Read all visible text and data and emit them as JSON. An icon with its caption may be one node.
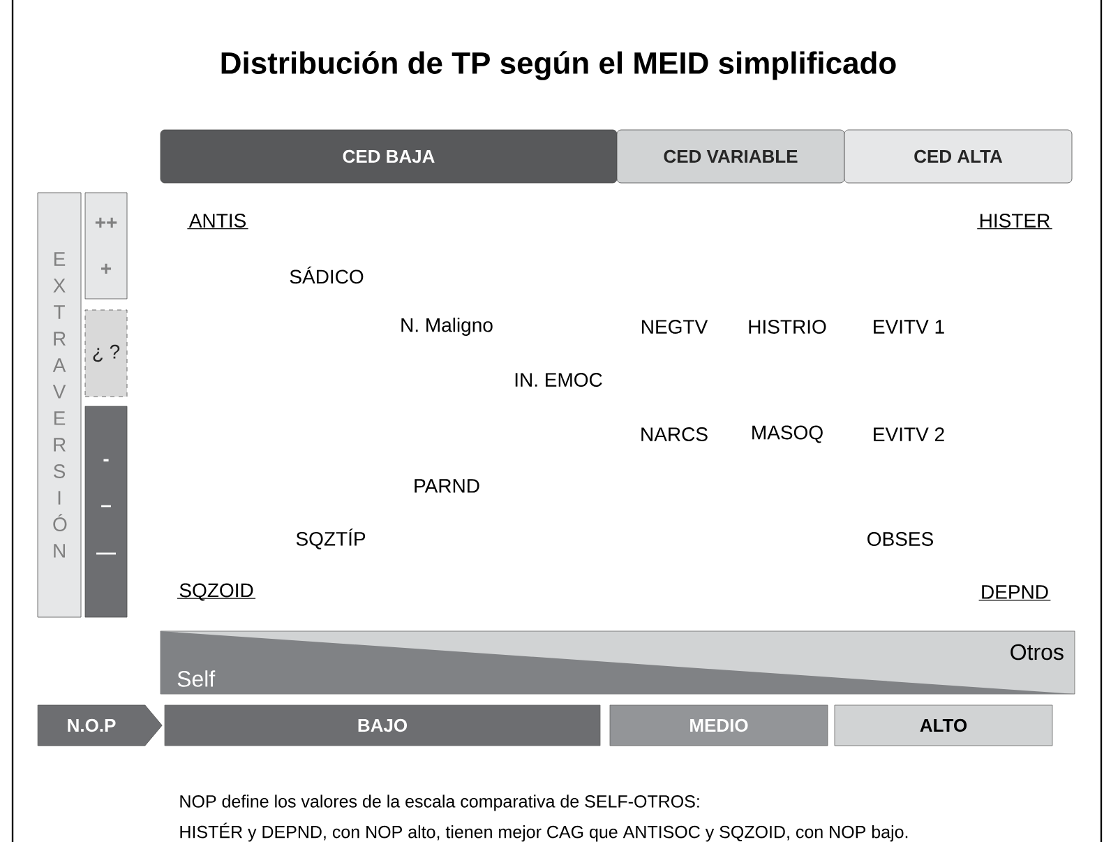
{
  "diagram": {
    "title": "Distribución de TP según el MEID simplificado",
    "nodes": [
      {
        "text": [
          "CED BAJA"
        ]
      },
      {
        "text": [
          "CED VARIABLE"
        ]
      },
      {
        "text": [
          "CED ALTA"
        ]
      },
      {
        "text": [
          "E X T R A V E R S I Ó N"
        ]
      },
      {
        "text": [
          "++",
          "+"
        ]
      },
      {
        "text": [
          "¿ ?"
        ]
      },
      {
        "text": [
          "-",
          "–",
          "—"
        ]
      },
      {
        "text": [
          "Self",
          "Otros"
        ]
      },
      {
        "text": [
          "N.O.P"
        ]
      },
      {
        "text": [
          "BAJO"
        ]
      },
      {
        "text": [
          "MEDIO"
        ]
      },
      {
        "text": [
          "ALTO"
        ]
      }
    ],
    "edges": [],
    "labels": [
      "ANTIS",
      "HISTER",
      "SÁDICO",
      "N. Maligno",
      "NEGTV",
      "HISTRIO",
      "EVITV 1",
      "IN. EMOC",
      "NARCS",
      "MASOQ",
      "EVITV 2",
      "PARND",
      "SQZTÍP",
      "OBSES",
      "SQZOID",
      "DEPND",
      "NOP define los valores de la escala comparativa de SELF-OTROS:",
      "HISTÉR y DEPND, con NOP alto, tienen mejor CAG que ANTISOC y SQZOID, con NOP bajo."
    ]
  }
}
